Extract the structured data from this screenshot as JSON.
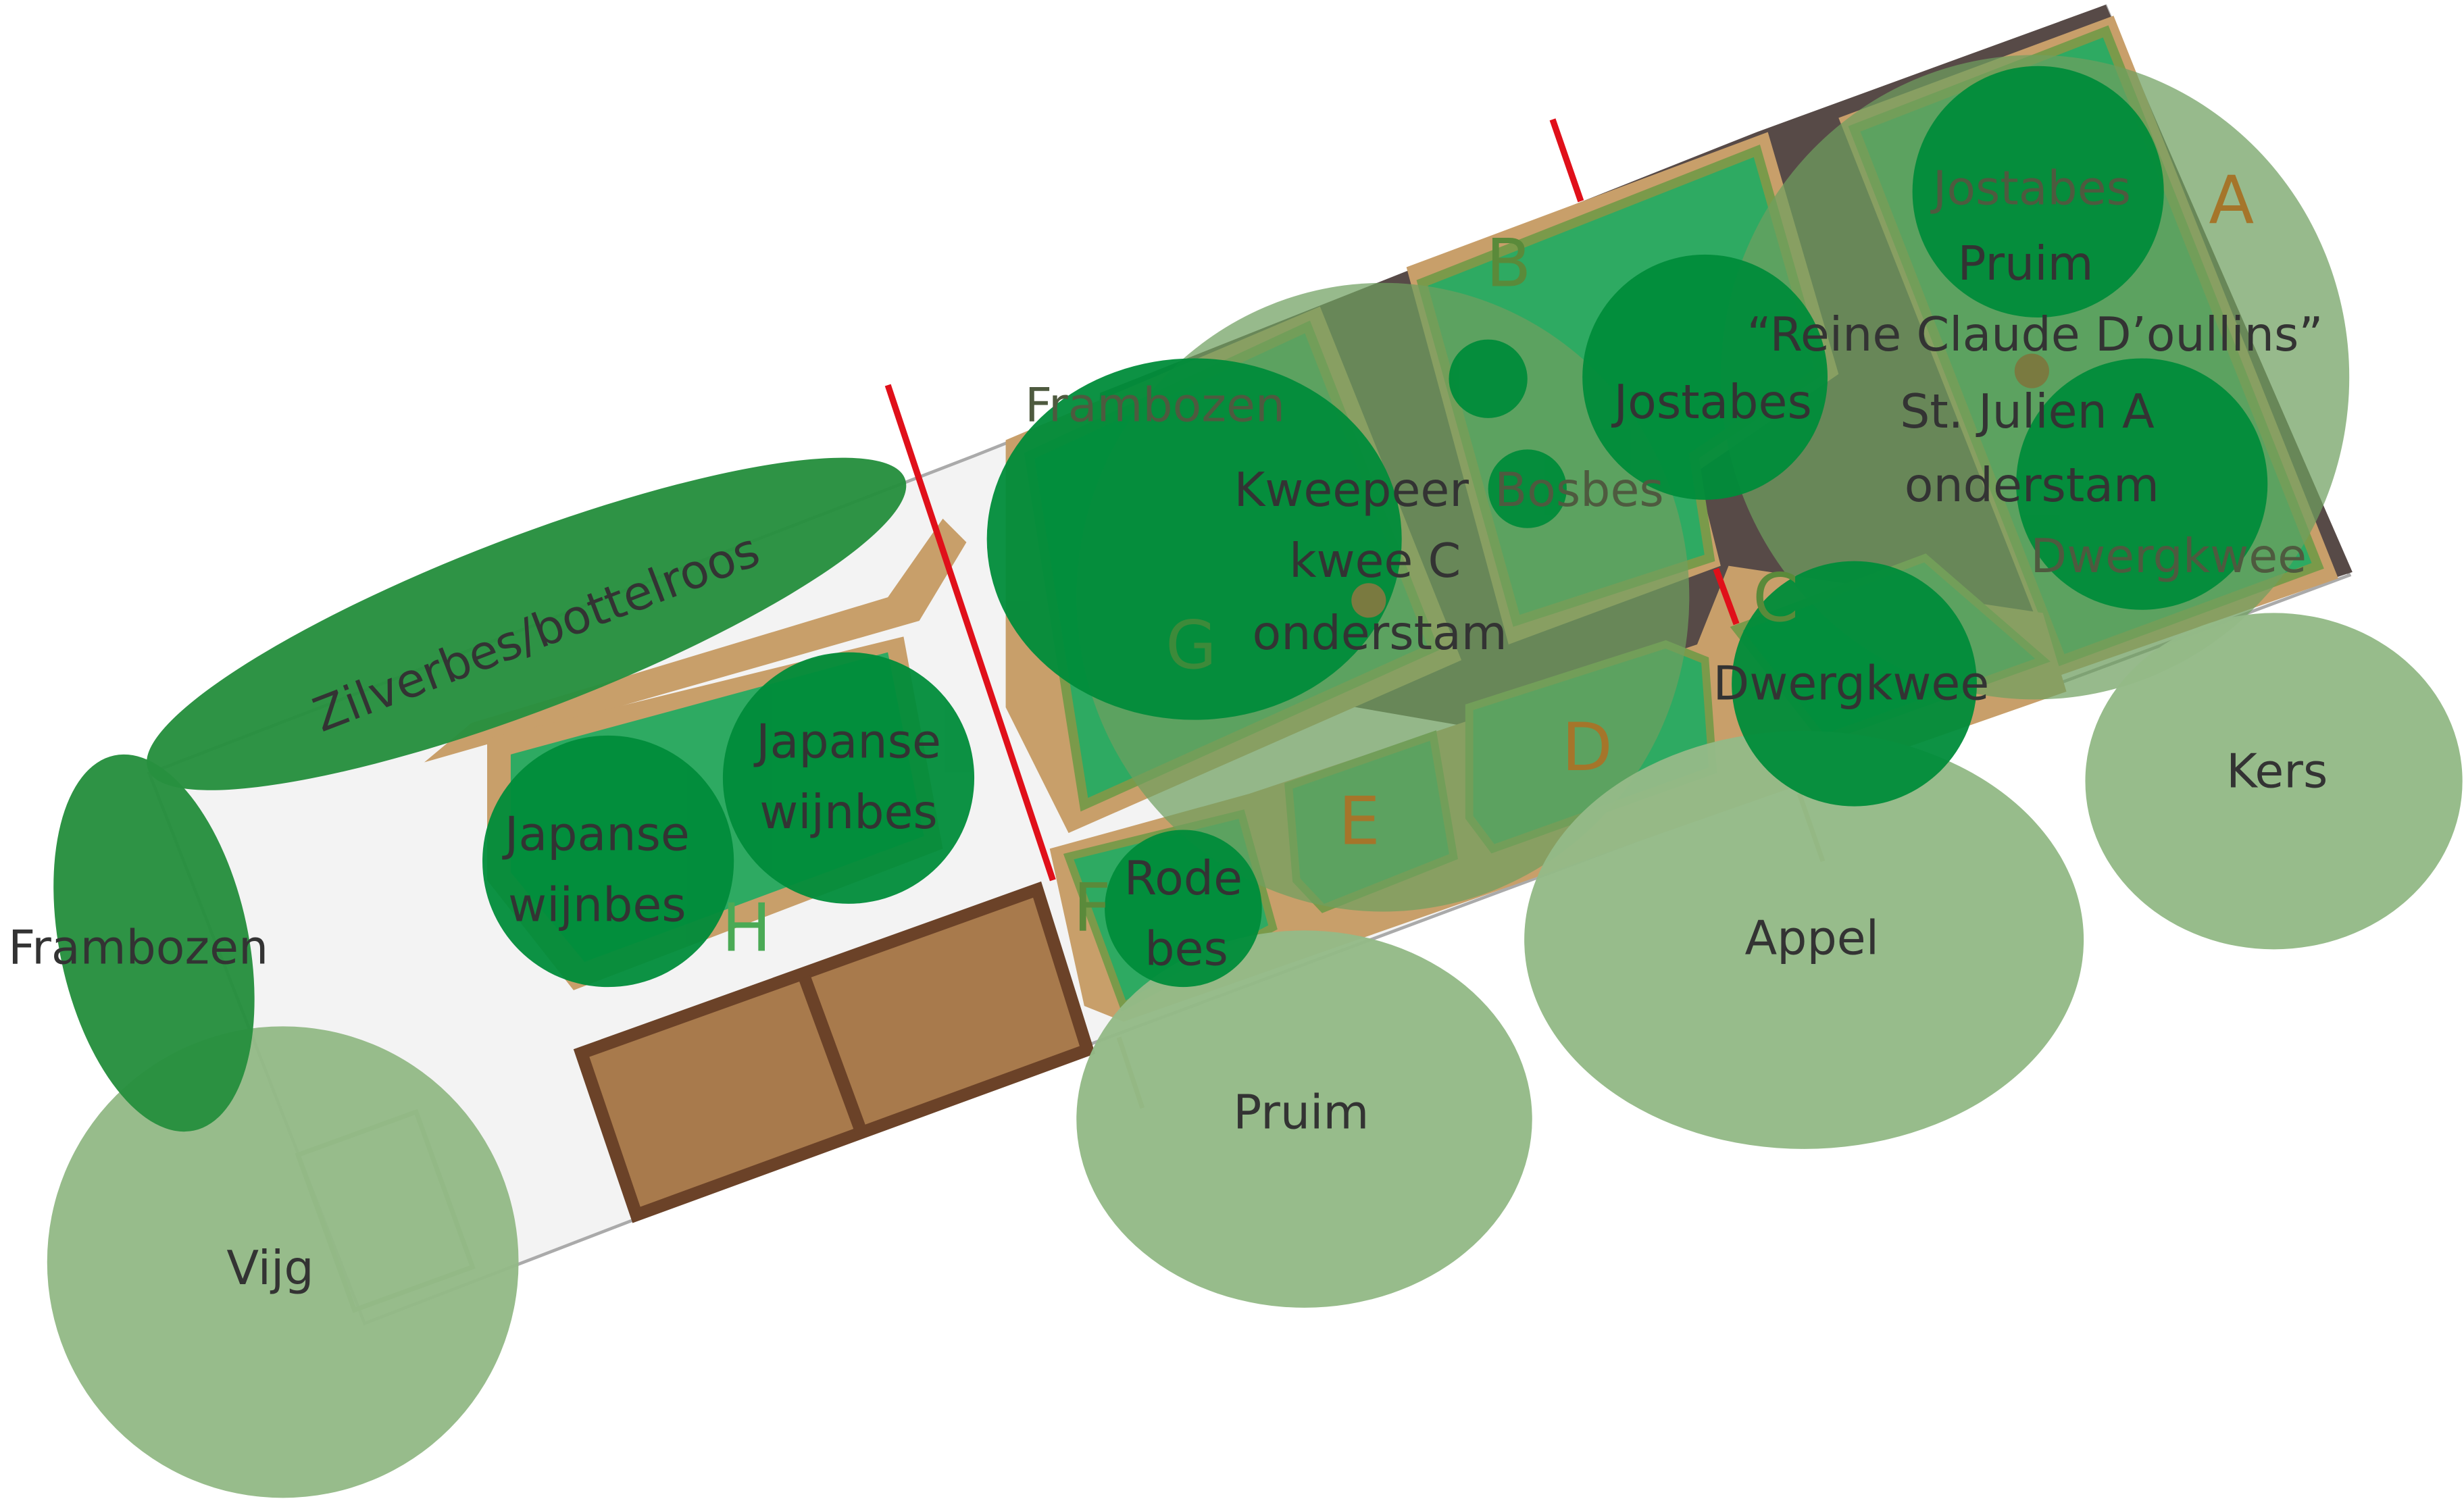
{
  "title": "Tuinplan",
  "colors": {
    "path": "#f3f3f3",
    "back_strip": "#574a47",
    "bed_edge": "#c89f6a",
    "bed_fill": "#2eaa62",
    "bed_outline": "#7a9a4a",
    "shrub": "#008c3a",
    "tree_canopy": "#94ba87",
    "hedge": "#27903f",
    "crate": "#a87a4c",
    "crate_edge": "#6b4228",
    "marker": "#e0101a",
    "letter": "#a5752a"
  },
  "beds": [
    "A",
    "B",
    "C",
    "D",
    "E",
    "F",
    "G",
    "H"
  ],
  "plants": {
    "zilverbes": "Zilverbes/bottelroos",
    "frambozen_left": "Frambozen",
    "vijg": "Vijg",
    "japanse_1": [
      "Japanse",
      "wijnbes"
    ],
    "japanse_2": [
      "Japanse",
      "wijnbes"
    ],
    "rode_bes": [
      "Rode",
      "bes"
    ],
    "pruim_front": "Pruim",
    "appel": "Appel",
    "kers": "Kers",
    "frambozen_g": "Frambozen",
    "kweepeer": [
      "Kweepeer",
      "kwee C",
      "onderstam"
    ],
    "bosbes": "Bosbes",
    "jostabes_b": "Jostabes",
    "jostabes_a": "Jostabes",
    "pruim_back": [
      "Pruim",
      "“Reine Claude D’oullins”",
      "St. Julien A",
      "onderstam"
    ],
    "dwergkwee_a": "Dwergkwee",
    "dwergkwee_c": "Dwergkwee"
  }
}
